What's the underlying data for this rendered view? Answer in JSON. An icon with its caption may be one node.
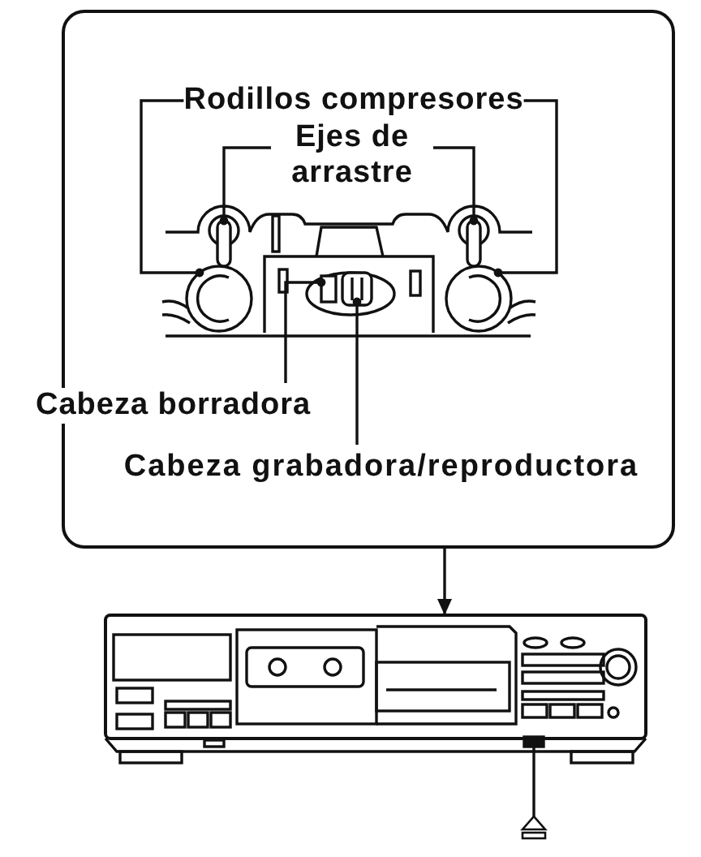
{
  "diagram": {
    "nodes": [
      {
        "text": [],
        "shape": "box"
      },
      {
        "text": [
          "Rodillos compresores"
        ],
        "in": 0
      },
      {
        "text": [],
        "shape": "picture",
        "in": 0
      },
      {
        "text": [],
        "shape": "picture",
        "in": 0
      },
      {
        "text": [
          "Ejes de arrastre"
        ],
        "in": 0
      },
      {
        "text": [],
        "shape": "box",
        "in": 0
      },
      {
        "text": [],
        "shape": "box",
        "in": 0
      },
      {
        "text": [
          "Cabeza borradora"
        ],
        "in": 0
      },
      {
        "text": [],
        "shape": "box",
        "in": 0
      },
      {
        "text": [
          "Cabeza grabadora/reproductora"
        ],
        "in": 0
      },
      {
        "text": [],
        "shape": "picture",
        "in": 0
      },
      {
        "text": [],
        "shape": "picture"
      },
      {
        "text": [],
        "shape": "box",
        "in": 11
      },
      {
        "text": [],
        "shape": "symbol"
      }
    ],
    "edges": [
      {
        "from": 1,
        "to": 2,
        "arrow": "other"
      },
      {
        "from": 1,
        "to": 3,
        "arrow": "other"
      },
      {
        "from": 4,
        "to": 5,
        "arrow": "other"
      },
      {
        "from": 4,
        "to": 6,
        "arrow": "other"
      },
      {
        "from": 7,
        "to": 8,
        "arrow": "other"
      },
      {
        "from": 9,
        "to": 10,
        "arrow": "other"
      },
      {
        "from": 0,
        "to": 11,
        "arrow": "to"
      },
      {
        "from": 13,
        "to": 12,
        "arrow": "none"
      }
    ]
  }
}
